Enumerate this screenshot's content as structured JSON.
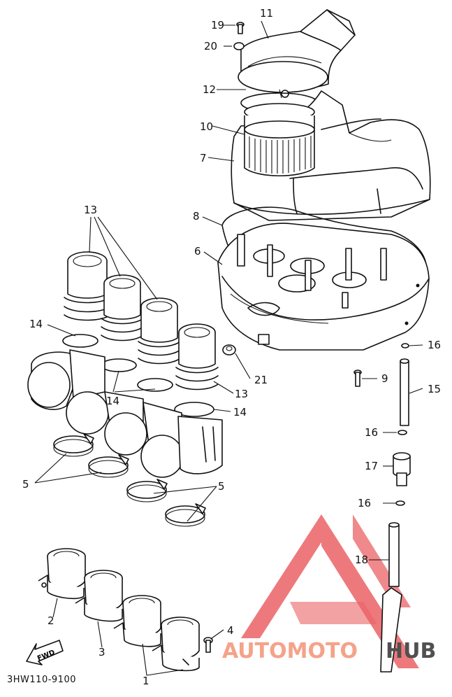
{
  "diagram": {
    "catalog_code": "3HW110-9100",
    "fwd_label": "FWD",
    "callouts": {
      "c1": "1",
      "c2": "2",
      "c3": "3",
      "c4": "4",
      "c5a": "5",
      "c5b": "5",
      "c6": "6",
      "c7": "7",
      "c8": "8",
      "c9": "9",
      "c10": "10",
      "c11": "11",
      "c12": "12",
      "c13a": "13",
      "c13b": "13",
      "c14a": "14",
      "c14b": "14",
      "c14c": "14",
      "c15": "15",
      "c16a": "16",
      "c16b": "16",
      "c16c": "16",
      "c17": "17",
      "c18": "18",
      "c19": "19",
      "c20": "20",
      "c21": "21"
    }
  },
  "watermark": {
    "brand_left": "AUTOMOTO",
    "brand_right": "HUB",
    "colors": {
      "triangle": "#e8474b",
      "text_left": "#f4a38a",
      "text_right": "#505050"
    }
  }
}
